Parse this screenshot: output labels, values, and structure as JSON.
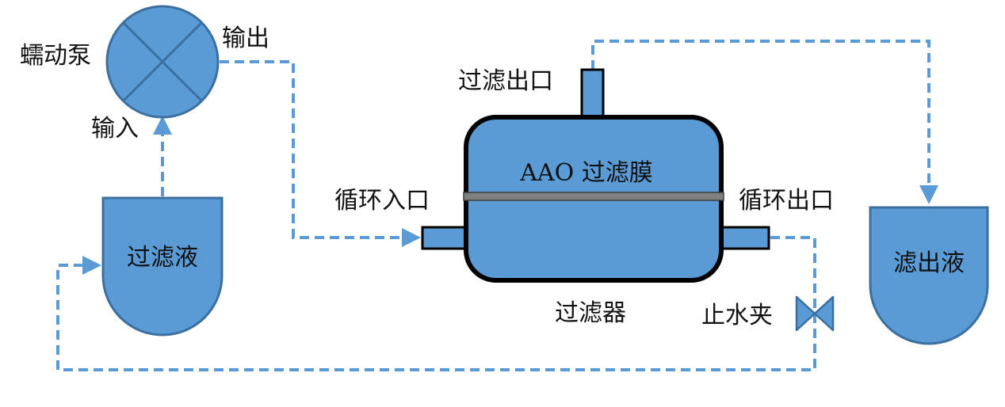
{
  "labels": {
    "pump": "蠕动泵",
    "pump_output": "输出",
    "pump_input": "输入",
    "filtrate_tank": "过滤液",
    "filter_outlet": "过滤出口",
    "membrane": "AAO 过滤膜",
    "circ_inlet": "循环入口",
    "circ_outlet": "循环出口",
    "filter": "过滤器",
    "clamp": "止水夹",
    "permeate_tank": "滤出液"
  },
  "colors": {
    "fill": "#5b9bd5",
    "stroke": "#3a6f9f",
    "flow": "#5b9bd5",
    "body_border": "#000000",
    "membrane": "#808080"
  }
}
